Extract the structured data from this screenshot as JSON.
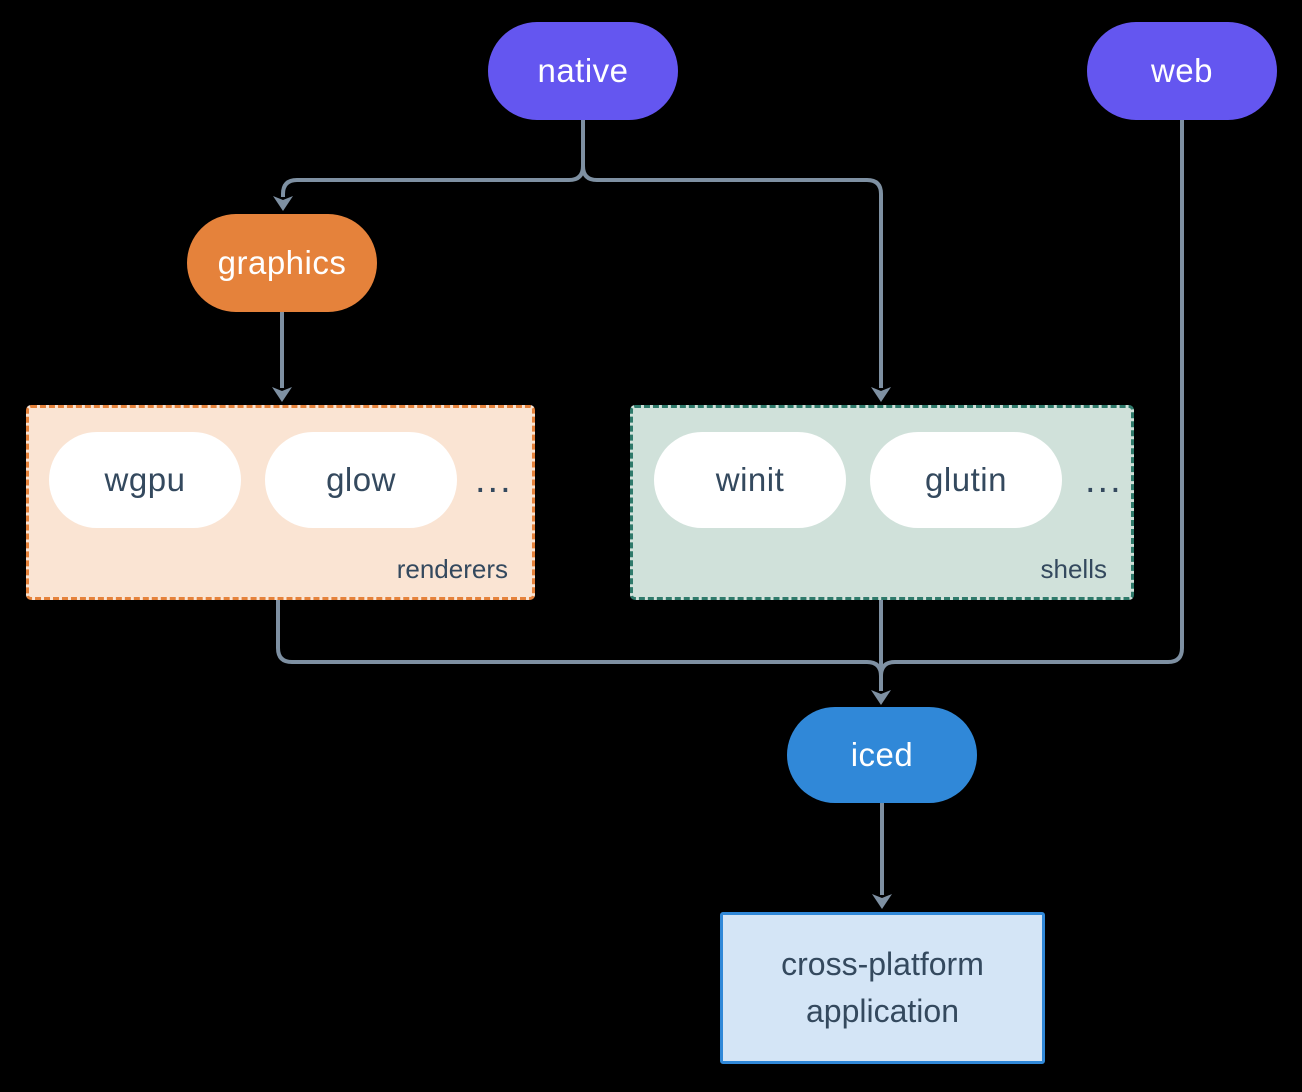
{
  "diagram": {
    "nodes": {
      "native": {
        "label": "native"
      },
      "web": {
        "label": "web"
      },
      "graphics": {
        "label": "graphics"
      },
      "iced": {
        "label": "iced"
      },
      "application": {
        "line1": "cross-platform",
        "line2": "application"
      }
    },
    "groups": {
      "renderers": {
        "label": "renderers",
        "items": [
          "wgpu",
          "glow"
        ],
        "ellipsis": "..."
      },
      "shells": {
        "label": "shells",
        "items": [
          "winit",
          "glutin"
        ],
        "ellipsis": "..."
      }
    }
  },
  "colors": {
    "background": "#000000",
    "purple": "#6456f0",
    "orange": "#e5823b",
    "blue": "#3088d8",
    "renderers_bg": "#fae4d3",
    "renderers_border": "#e5823b",
    "shells_bg": "#d0e1da",
    "shells_border": "#2f7a6b",
    "app_bg": "#d4e5f6",
    "app_border": "#3088d8",
    "arrow": "#7e90a2",
    "dark_text": "#34495e",
    "pill_text": "#ffffff",
    "white_pill_bg": "#ffffff"
  }
}
